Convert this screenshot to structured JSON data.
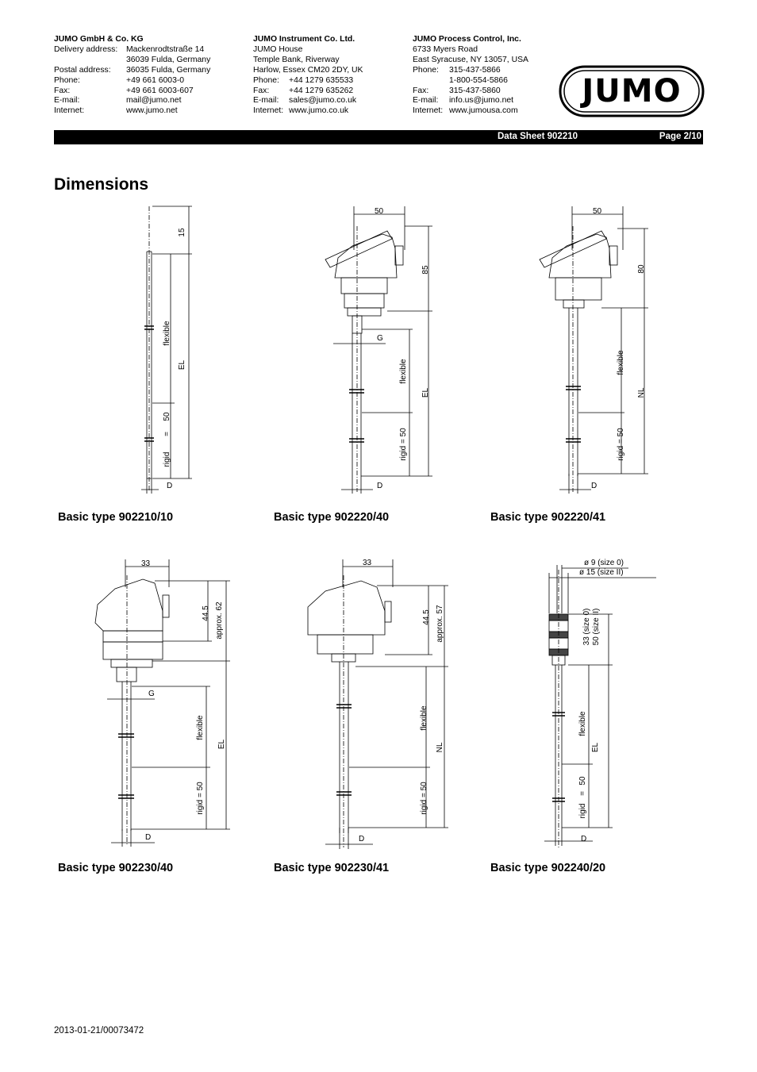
{
  "header": {
    "col1": {
      "company": "JUMO GmbH & Co. KG",
      "lines": [
        {
          "k": "Delivery address:",
          "v": "Mackenrodtstraße 14"
        },
        {
          "k": "",
          "v": "36039 Fulda, Germany"
        },
        {
          "k": "Postal address:",
          "v": "36035 Fulda, Germany"
        },
        {
          "k": "Phone:",
          "v": "+49 661 6003-0"
        },
        {
          "k": "Fax:",
          "v": "+49 661 6003-607"
        },
        {
          "k": "E-mail:",
          "v": "mail@jumo.net"
        },
        {
          "k": "Internet:",
          "v": "www.jumo.net"
        }
      ]
    },
    "col2": {
      "company": "JUMO Instrument Co. Ltd.",
      "lines": [
        {
          "k": "",
          "v": "JUMO House"
        },
        {
          "k": "",
          "v": "Temple Bank, Riverway"
        },
        {
          "k": "",
          "v": "Harlow, Essex CM20 2DY, UK"
        },
        {
          "k": "Phone:",
          "v": "+44 1279 635533"
        },
        {
          "k": "Fax:",
          "v": "+44 1279 635262"
        },
        {
          "k": "E-mail:",
          "v": "sales@jumo.co.uk"
        },
        {
          "k": "Internet:",
          "v": "www.jumo.co.uk"
        }
      ]
    },
    "col3": {
      "company": "JUMO Process Control, Inc.",
      "lines": [
        {
          "k": "",
          "v": "6733 Myers Road"
        },
        {
          "k": "",
          "v": "East Syracuse, NY 13057, USA"
        },
        {
          "k": "Phone:",
          "v": "315-437-5866"
        },
        {
          "k": "",
          "v": "1-800-554-5866"
        },
        {
          "k": "Fax:",
          "v": "315-437-5860"
        },
        {
          "k": "E-mail:",
          "v": "info.us@jumo.net"
        },
        {
          "k": "Internet:",
          "v": "www.jumousa.com"
        }
      ]
    },
    "logo_text": "JUMO"
  },
  "bar": {
    "datasheet": "Data Sheet 902210",
    "page": "Page 2/10"
  },
  "title": "Dimensions",
  "drawings": {
    "d1": {
      "caption": "Basic type 902210/10",
      "dim_top": "15",
      "flexible": "flexible",
      "el": "EL",
      "rigid_label": "rigid",
      "eq": "=",
      "rigid_val": "50",
      "d": "D"
    },
    "d2": {
      "caption": "Basic type 902220/40",
      "width": "50",
      "height": "85",
      "g": "G",
      "flexible": "flexible",
      "el": "EL",
      "rigid": "rigid = 50",
      "d": "D"
    },
    "d3": {
      "caption": "Basic type 902220/41",
      "width": "50",
      "height": "80",
      "flexible": "flexible",
      "nl": "NL",
      "rigid": "rigid = 50",
      "d": "D"
    },
    "d4": {
      "caption": "Basic type 902230/40",
      "width": "33",
      "h1": "44.5",
      "h2": "approx. 62",
      "g": "G",
      "flexible": "flexible",
      "el": "EL",
      "rigid": "rigid = 50",
      "d": "D"
    },
    "d5": {
      "caption": "Basic type 902230/41",
      "width": "33",
      "h1": "44.5",
      "h2": "approx. 57",
      "flexible": "flexible",
      "nl": "NL",
      "rigid": "rigid = 50",
      "d": "D"
    },
    "d6": {
      "caption": "Basic type 902240/20",
      "dia1": "ø 9 (size 0)",
      "dia2": "ø 15 (size II)",
      "h1": "33 (size 0)",
      "h2": "50 (size II)",
      "flexible": "flexible",
      "el": "EL",
      "rigid_label": "rigid",
      "eq": "=",
      "rigid_val": "50",
      "d": "D"
    }
  },
  "footer": "2013-01-21/00073472"
}
